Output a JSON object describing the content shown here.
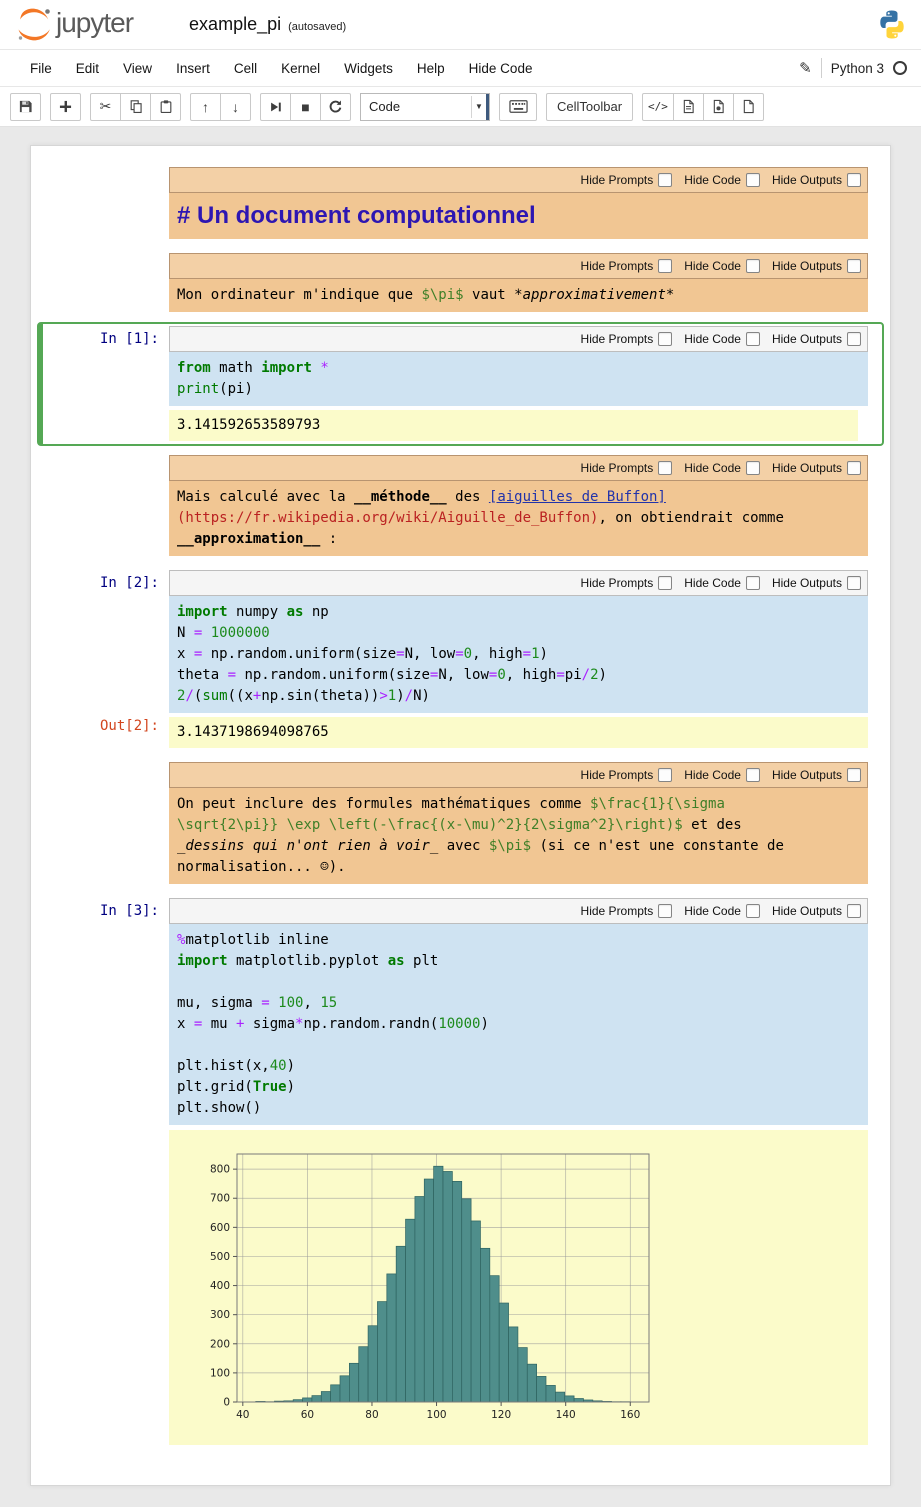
{
  "header": {
    "wordmark": "jupyter",
    "title": "example_pi",
    "autosaved": "(autosaved)"
  },
  "menu": {
    "items": [
      "File",
      "Edit",
      "View",
      "Insert",
      "Cell",
      "Kernel",
      "Widgets",
      "Help",
      "Hide Code"
    ],
    "kernel_name": "Python 3"
  },
  "toolbar": {
    "cell_type_value": "Code",
    "celltoolbar_label": "CellToolbar",
    "icons": {
      "cut": "✂",
      "move_up": "↑",
      "move_down": "↓",
      "stop": "■",
      "pencil": "✎",
      "code_tag": "</>",
      "dropdown_arrow": "▼"
    }
  },
  "celltoolbar": {
    "labels": [
      {
        "name": "hide-prompts",
        "label": "Hide Prompts"
      },
      {
        "name": "hide-code",
        "label": "Hide Code"
      },
      {
        "name": "hide-outputs",
        "label": "Hide Outputs"
      }
    ]
  },
  "colors": {
    "markdown_bg": "#f1c693",
    "code_bg": "#cfe3f2",
    "output_bg": "#fbfbca",
    "selected_border": "#55a855",
    "in_prompt": "#000080",
    "out_prompt": "#d2451e",
    "jupyter_orange": "#f37726",
    "python_blue": "#3572a5",
    "python_yellow": "#ffd43b",
    "bar_color": "#4f8e8b"
  },
  "cells": [
    {
      "type": "markdown",
      "source": [
        [
          {
            "t": "# Un document computationnel",
            "s": "mh"
          }
        ]
      ]
    },
    {
      "type": "markdown",
      "source": [
        [
          {
            "t": "Mon ordinateur m'indique que ",
            "s": ""
          },
          {
            "t": "$\\pi$",
            "s": "mmath"
          },
          {
            "t": " vaut ",
            "s": ""
          },
          {
            "t": "*approximativement*",
            "s": "mem"
          }
        ]
      ]
    },
    {
      "type": "code",
      "prompt": "In [1]:",
      "source": [
        [
          {
            "t": "from",
            "s": "kw"
          },
          {
            "t": " math ",
            "s": ""
          },
          {
            "t": "import",
            "s": "kw"
          },
          {
            "t": " ",
            "s": ""
          },
          {
            "t": "*",
            "s": "op"
          }
        ],
        [
          {
            "t": "print",
            "s": "bi"
          },
          {
            "t": "(pi)",
            "s": ""
          }
        ]
      ],
      "output_text": "3.141592653589793"
    },
    {
      "type": "markdown",
      "source": [
        [
          {
            "t": "Mais calculé avec la ",
            "s": ""
          },
          {
            "t": "__méthode__",
            "s": "mbold"
          },
          {
            "t": " des ",
            "s": ""
          },
          {
            "t": "[aiguilles de Buffon]",
            "s": "mlink"
          }
        ],
        [
          {
            "t": "(https://fr.wikipedia.org/wiki/Aiguille_de_Buffon)",
            "s": "murl"
          },
          {
            "t": ", on obtiendrait comme",
            "s": ""
          }
        ],
        [
          {
            "t": "__approximation__",
            "s": "mbold"
          },
          {
            "t": " :",
            "s": ""
          }
        ]
      ]
    },
    {
      "type": "code",
      "prompt": "In [2]:",
      "out_prompt": "Out[2]:",
      "source": [
        [
          {
            "t": "import",
            "s": "kw"
          },
          {
            "t": " numpy ",
            "s": ""
          },
          {
            "t": "as",
            "s": "kw"
          },
          {
            "t": " np",
            "s": ""
          }
        ],
        [
          {
            "t": "N ",
            "s": ""
          },
          {
            "t": "=",
            "s": "op"
          },
          {
            "t": " ",
            "s": ""
          },
          {
            "t": "1000000",
            "s": "num"
          }
        ],
        [
          {
            "t": "x ",
            "s": ""
          },
          {
            "t": "=",
            "s": "op"
          },
          {
            "t": " np.random.uniform(size",
            "s": ""
          },
          {
            "t": "=",
            "s": "op"
          },
          {
            "t": "N, low",
            "s": ""
          },
          {
            "t": "=",
            "s": "op"
          },
          {
            "t": "0",
            "s": "num"
          },
          {
            "t": ", high",
            "s": ""
          },
          {
            "t": "=",
            "s": "op"
          },
          {
            "t": "1",
            "s": "num"
          },
          {
            "t": ")",
            "s": ""
          }
        ],
        [
          {
            "t": "theta ",
            "s": ""
          },
          {
            "t": "=",
            "s": "op"
          },
          {
            "t": " np.random.uniform(size",
            "s": ""
          },
          {
            "t": "=",
            "s": "op"
          },
          {
            "t": "N, low",
            "s": ""
          },
          {
            "t": "=",
            "s": "op"
          },
          {
            "t": "0",
            "s": "num"
          },
          {
            "t": ", high",
            "s": ""
          },
          {
            "t": "=",
            "s": "op"
          },
          {
            "t": "pi",
            "s": ""
          },
          {
            "t": "/",
            "s": "op"
          },
          {
            "t": "2",
            "s": "num"
          },
          {
            "t": ")",
            "s": ""
          }
        ],
        [
          {
            "t": "2",
            "s": "num"
          },
          {
            "t": "/",
            "s": "op"
          },
          {
            "t": "(",
            "s": ""
          },
          {
            "t": "sum",
            "s": "bi"
          },
          {
            "t": "((x",
            "s": ""
          },
          {
            "t": "+",
            "s": "op"
          },
          {
            "t": "np.sin(theta))",
            "s": ""
          },
          {
            "t": ">",
            "s": "op"
          },
          {
            "t": "1",
            "s": "num"
          },
          {
            "t": ")",
            "s": ""
          },
          {
            "t": "/",
            "s": "op"
          },
          {
            "t": "N)",
            "s": ""
          }
        ]
      ],
      "output_text": "3.1437198694098765"
    },
    {
      "type": "markdown",
      "source": [
        [
          {
            "t": "On peut inclure des formules mathématiques comme ",
            "s": ""
          },
          {
            "t": "$\\frac{1}{\\sigma",
            "s": "mmath"
          }
        ],
        [
          {
            "t": "\\sqrt{2\\pi}} \\exp \\left(-\\frac{(x-\\mu)^2}{2\\sigma^2}\\right)$",
            "s": "mmath"
          },
          {
            "t": " et des",
            "s": ""
          }
        ],
        [
          {
            "t": "_dessins qui n'ont rien à voir_",
            "s": "mem"
          },
          {
            "t": " avec ",
            "s": ""
          },
          {
            "t": "$\\pi$",
            "s": "mmath"
          },
          {
            "t": " (si ce n'est une constante de",
            "s": ""
          }
        ],
        [
          {
            "t": "normalisation... ☺).",
            "s": ""
          }
        ]
      ]
    },
    {
      "type": "code",
      "prompt": "In [3]:",
      "source": [
        [
          {
            "t": "%",
            "s": "op"
          },
          {
            "t": "matplotlib inline",
            "s": ""
          }
        ],
        [
          {
            "t": "import",
            "s": "kw"
          },
          {
            "t": " matplotlib.pyplot ",
            "s": ""
          },
          {
            "t": "as",
            "s": "kw"
          },
          {
            "t": " plt",
            "s": ""
          }
        ],
        [],
        [
          {
            "t": "mu, sigma ",
            "s": ""
          },
          {
            "t": "=",
            "s": "op"
          },
          {
            "t": " ",
            "s": ""
          },
          {
            "t": "100",
            "s": "num"
          },
          {
            "t": ", ",
            "s": ""
          },
          {
            "t": "15",
            "s": "num"
          }
        ],
        [
          {
            "t": "x ",
            "s": ""
          },
          {
            "t": "=",
            "s": "op"
          },
          {
            "t": " mu ",
            "s": ""
          },
          {
            "t": "+",
            "s": "op"
          },
          {
            "t": " sigma",
            "s": ""
          },
          {
            "t": "*",
            "s": "op"
          },
          {
            "t": "np.random.randn(",
            "s": ""
          },
          {
            "t": "10000",
            "s": "num"
          },
          {
            "t": ")",
            "s": ""
          }
        ],
        [],
        [
          {
            "t": "plt.hist(x,",
            "s": ""
          },
          {
            "t": "40",
            "s": "num"
          },
          {
            "t": ")",
            "s": ""
          }
        ],
        [
          {
            "t": "plt.grid(",
            "s": ""
          },
          {
            "t": "True",
            "s": "kw"
          },
          {
            "t": ")",
            "s": ""
          }
        ],
        [
          {
            "t": "plt.show()",
            "s": ""
          }
        ]
      ]
    }
  ],
  "chart_data": {
    "type": "bar",
    "title": "",
    "xlabel": "",
    "ylabel": "",
    "x_start": 44,
    "bin_width": 2.9,
    "values": [
      2,
      1,
      3,
      4,
      8,
      14,
      22,
      36,
      59,
      90,
      133,
      190,
      262,
      345,
      440,
      535,
      628,
      706,
      766,
      810,
      792,
      758,
      698,
      622,
      528,
      434,
      340,
      258,
      187,
      130,
      88,
      57,
      34,
      21,
      12,
      7,
      4,
      2,
      1,
      1
    ],
    "xticks": [
      40,
      60,
      80,
      100,
      120,
      140,
      160
    ],
    "yticks": [
      0,
      100,
      200,
      300,
      400,
      500,
      600,
      700,
      800
    ],
    "xlim": [
      38.2,
      165.8
    ],
    "ylim": [
      0,
      852
    ],
    "grid": true,
    "legend": false,
    "bar_color": "#4f8e8b"
  }
}
